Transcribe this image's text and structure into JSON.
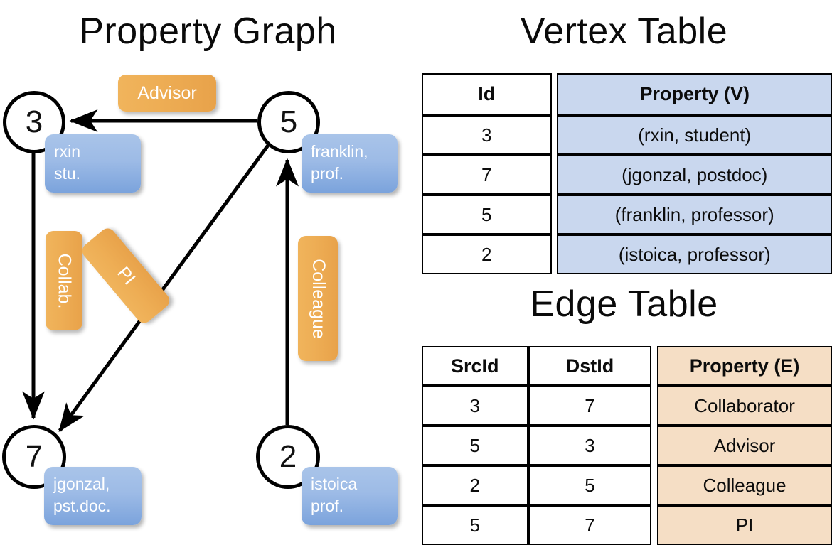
{
  "titles": {
    "graph": "Property Graph",
    "vertex_table": "Vertex Table",
    "edge_table": "Edge Table"
  },
  "colors": {
    "vertex_property_fill": "#c9d7ee",
    "edge_property_fill": "#f5dec5",
    "vertex_badge": "#7ba3dc",
    "edge_badge": "#e8a24a",
    "stroke": "#000000"
  },
  "graph": {
    "nodes": [
      {
        "id": "3",
        "property_line1": "rxin",
        "property_line2": "stu."
      },
      {
        "id": "5",
        "property_line1": "franklin,",
        "property_line2": "prof."
      },
      {
        "id": "7",
        "property_line1": "jgonzal,",
        "property_line2": "pst.doc."
      },
      {
        "id": "2",
        "property_line1": "istoica",
        "property_line2": "prof."
      }
    ],
    "edge_labels": [
      {
        "name": "advisor",
        "text": "Advisor"
      },
      {
        "name": "collab",
        "text": "Collab."
      },
      {
        "name": "pi",
        "text": "PI"
      },
      {
        "name": "colleague",
        "text": "Colleague"
      }
    ]
  },
  "vertex_table": {
    "headers": [
      "Id",
      "Property (V)"
    ],
    "rows": [
      {
        "id": "3",
        "property": "(rxin, student)"
      },
      {
        "id": "7",
        "property": "(jgonzal, postdoc)"
      },
      {
        "id": "5",
        "property": "(franklin, professor)"
      },
      {
        "id": "2",
        "property": "(istoica, professor)"
      }
    ]
  },
  "edge_table": {
    "headers": [
      "SrcId",
      "DstId",
      "Property (E)"
    ],
    "rows": [
      {
        "src": "3",
        "dst": "7",
        "property": "Collaborator"
      },
      {
        "src": "5",
        "dst": "3",
        "property": "Advisor"
      },
      {
        "src": "2",
        "dst": "5",
        "property": "Colleague"
      },
      {
        "src": "5",
        "dst": "7",
        "property": "PI"
      }
    ]
  }
}
